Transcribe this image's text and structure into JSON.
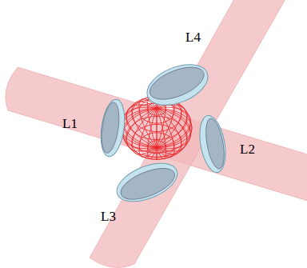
{
  "diagram": {
    "labels": [
      "L1",
      "L2",
      "L3",
      "L4"
    ]
  }
}
